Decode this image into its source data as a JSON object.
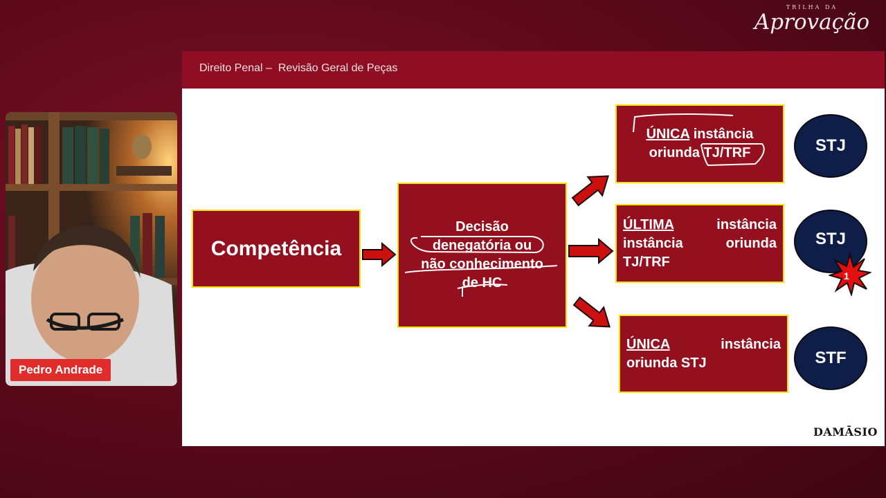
{
  "brand": {
    "small": "TRILHA DA",
    "big": "Aprovação"
  },
  "slide": {
    "title": "Direito Penal –  Revisão Geral de Peças",
    "competencia": "Competência",
    "decisao": {
      "line1": "Decisão",
      "line2": "denegatória ou",
      "line3": "não conhecimento",
      "line4": "de HC"
    },
    "outcomes": [
      {
        "emphasis": "ÚNICA",
        "rest1": " instância",
        "line2": "oriunda TJ/TRF",
        "court": "STJ"
      },
      {
        "emphasis": "ÚLTIMA",
        "rest1": " instância",
        "line2": "instância oriunda",
        "line3": "TJ/TRF",
        "court": "STJ"
      },
      {
        "emphasis": "ÚNICA",
        "rest1": " instância",
        "line2": "oriunda STJ",
        "court": "STF"
      }
    ],
    "burst_text": "1",
    "footer_logo": "DAMĀSIO"
  },
  "webcam": {
    "name": "Pedro Andrade"
  },
  "colors": {
    "background": "#5e0a1c",
    "header": "#8f0e23",
    "box_fill": "#95101f",
    "box_border": "#f1e000",
    "circle": "#0f1e48",
    "arrow": "#cc1010",
    "name_tag": "#e12c2c"
  }
}
